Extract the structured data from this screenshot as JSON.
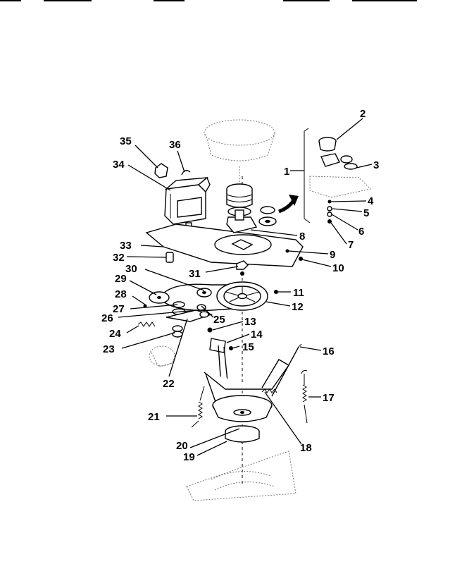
{
  "diagram": {
    "labels": {
      "l1": "1",
      "l2": "2",
      "l3": "3",
      "l4": "4",
      "l5": "5",
      "l6": "6",
      "l7": "7",
      "l8": "8",
      "l9": "9",
      "l10": "10",
      "l11": "11",
      "l12": "12",
      "l13": "13",
      "l14": "14",
      "l15": "15",
      "l16": "16",
      "l17": "17",
      "l18": "18",
      "l19": "19",
      "l20": "20",
      "l21": "21",
      "l22": "22",
      "l23": "23",
      "l24": "24",
      "l25": "25",
      "l26": "26",
      "l27": "27",
      "l28": "28",
      "l29": "29",
      "l30": "30",
      "l31": "31",
      "l32": "32",
      "l33": "33",
      "l34": "34",
      "l35": "35",
      "l36": "36"
    }
  }
}
